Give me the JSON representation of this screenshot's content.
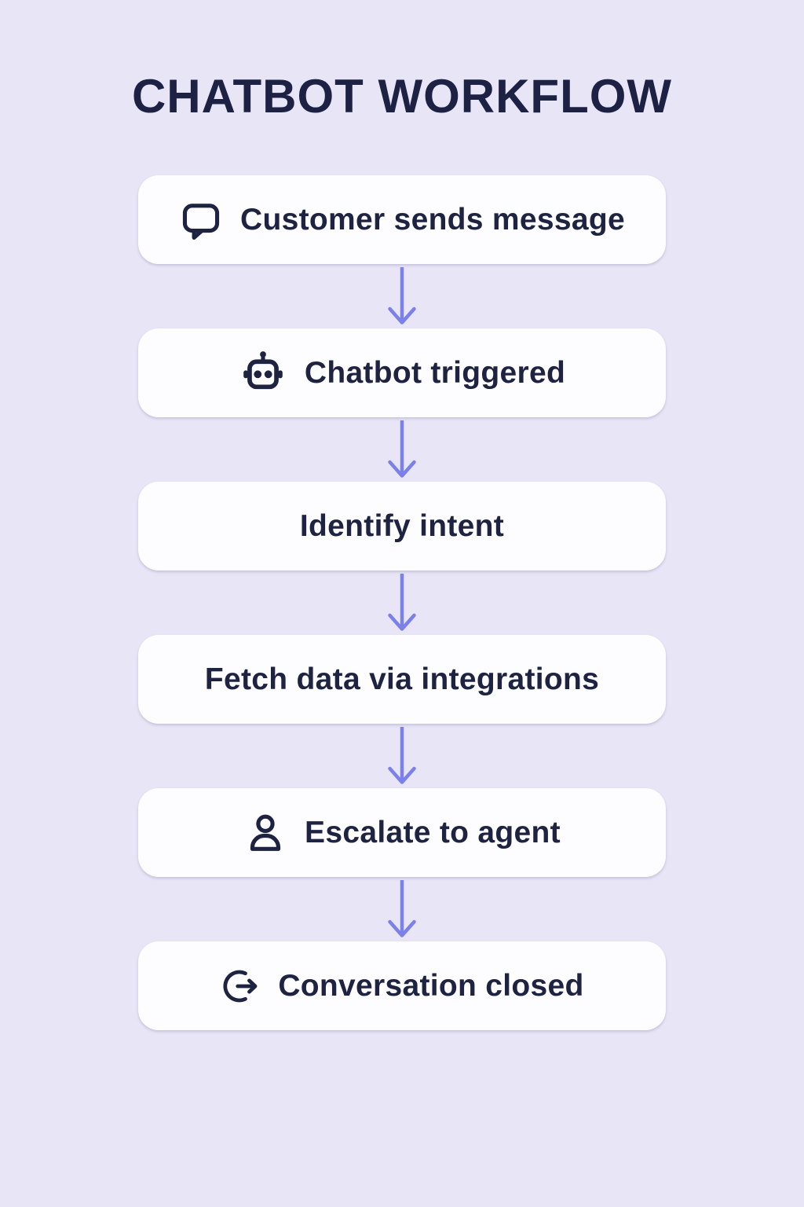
{
  "title": "CHATBOT WORKFLOW",
  "steps": [
    {
      "label": "Customer sends message",
      "icon": "chat-bubble-icon"
    },
    {
      "label": "Chatbot triggered",
      "icon": "robot-icon"
    },
    {
      "label": "Identify intent",
      "icon": ""
    },
    {
      "label": "Fetch data via integrations",
      "icon": ""
    },
    {
      "label": "Escalate to agent",
      "icon": "person-icon"
    },
    {
      "label": "Conversation closed",
      "icon": "logout-arrow-icon"
    }
  ],
  "connectors": {
    "style": "arrow-down",
    "count": 5
  },
  "colors": {
    "background": "#e7e5f6",
    "box_background": "#fdfdff",
    "text": "#1e2342",
    "arrow": "#7b80ea"
  }
}
